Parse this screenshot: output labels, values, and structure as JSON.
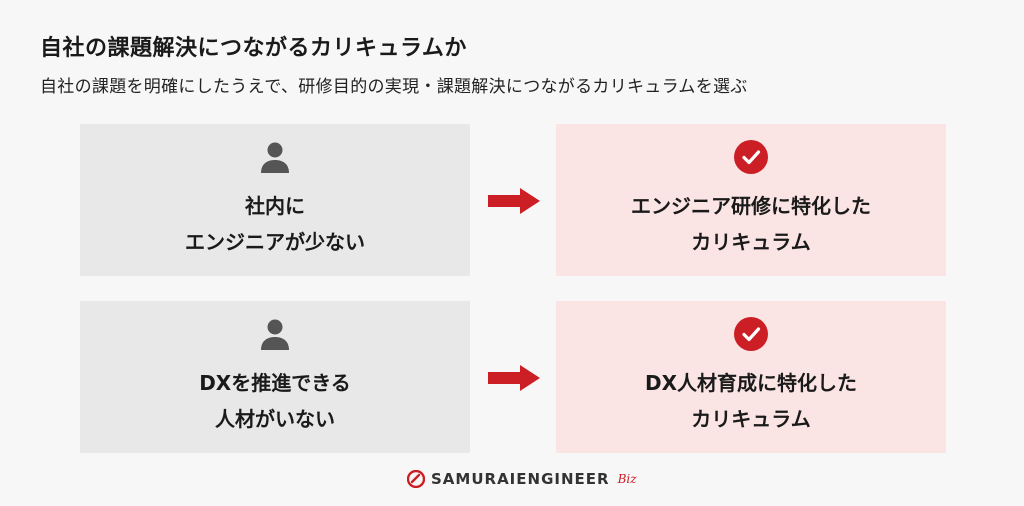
{
  "header": {
    "title": "自社の課題解決につながるカリキュラムか",
    "subtitle": "自社の課題を明確にしたうえで、研修目的の実現・課題解決につながるカリキュラムを選ぶ"
  },
  "rows": [
    {
      "problem": {
        "icon": "person-icon",
        "text": "社内に\nエンジニアが少ない"
      },
      "solution": {
        "icon": "check-circle-icon",
        "text": "エンジニア研修に特化した\nカリキュラム"
      }
    },
    {
      "problem": {
        "icon": "person-icon",
        "text": "DXを推進できる\n人材がいない"
      },
      "solution": {
        "icon": "check-circle-icon",
        "text": "DX人材育成に特化した\nカリキュラム"
      }
    }
  ],
  "logo": {
    "part_a": "SAMURAI",
    "part_b": "ENGINEER",
    "part_c": "Biz"
  },
  "colors": {
    "accent": "#cc1f25",
    "problem_bg": "#e8e8e8",
    "solution_bg": "#fbe4e4",
    "person": "#555555"
  }
}
